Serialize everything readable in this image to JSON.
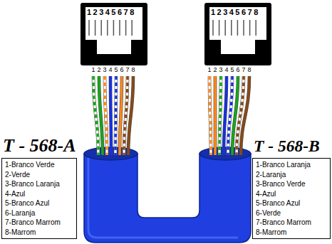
{
  "diagram": {
    "nodes": [
      {
        "text": [
          "T - 568-A",
          "1-Branco Verde",
          "2-Verde",
          "3-Branco Laranja",
          "4-Azul",
          "5-Branco Azul",
          "6-Laranja",
          "7-Branco Marrom",
          "8-Marrom"
        ]
      },
      {
        "text": [
          "T - 568-B",
          "1-Branco Laranja",
          "2-Laranja",
          "3-Branco Verde",
          "4-Azul",
          "5-Branco Azul",
          "6-Verde",
          "7-Branco Marrom",
          "8-Marrom"
        ]
      }
    ],
    "labels": [
      "1",
      "2",
      "3",
      "4",
      "5",
      "6",
      "7",
      "8",
      "1",
      "2",
      "3",
      "4",
      "5",
      "6",
      "7",
      "8",
      "1",
      "2",
      "3",
      "4",
      "5",
      "6",
      "7",
      "8",
      "1",
      "2",
      "3",
      "4",
      "5",
      "6",
      "7",
      "8"
    ]
  }
}
